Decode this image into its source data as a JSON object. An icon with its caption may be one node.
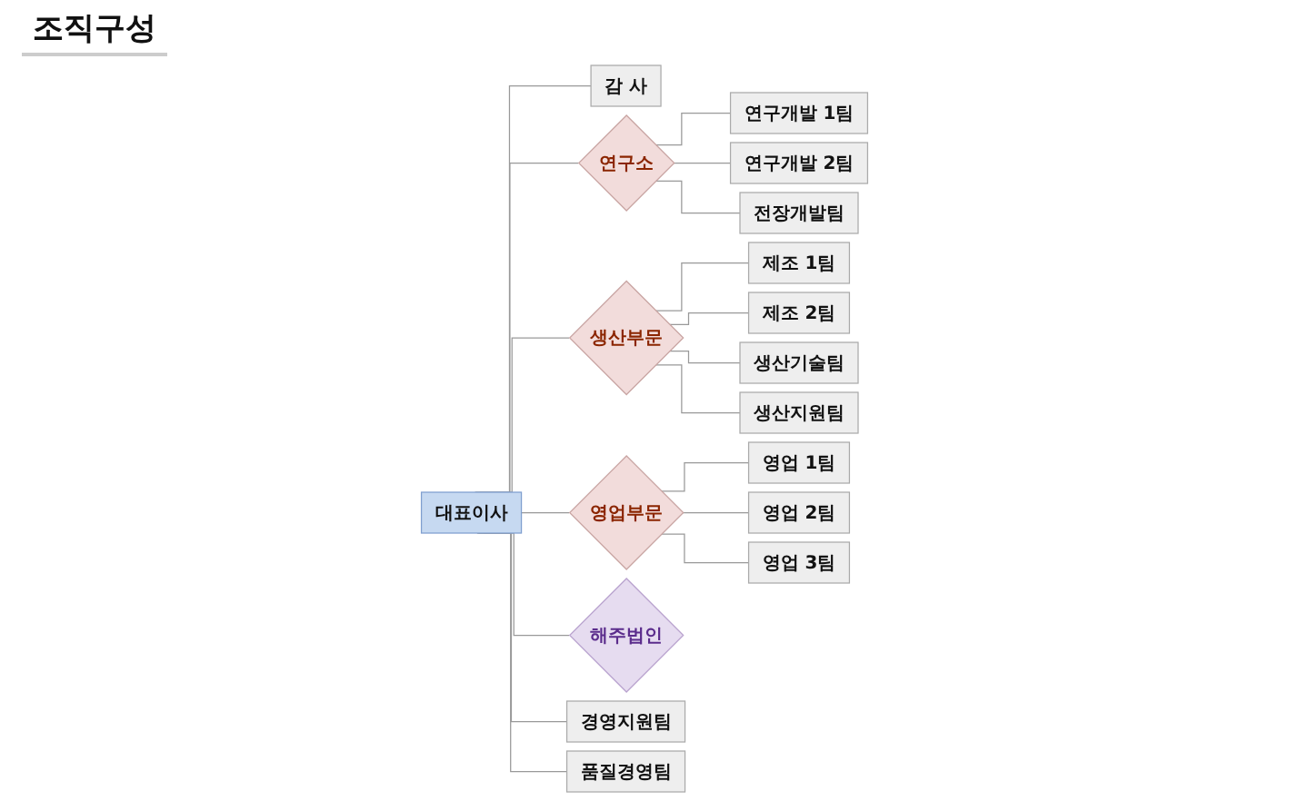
{
  "diagram": {
    "title": "조직구성",
    "nodes": [
      {
        "text": [
          "대표이사"
        ]
      },
      {
        "text": [
          "감 사"
        ]
      },
      {
        "text": [
          "연구소"
        ]
      },
      {
        "text": [
          "생산부문"
        ]
      },
      {
        "text": [
          "영업부문"
        ]
      },
      {
        "text": [
          "해주법인"
        ]
      },
      {
        "text": [
          "연구개발 1팀"
        ]
      },
      {
        "text": [
          "연구개발 2팀"
        ]
      },
      {
        "text": [
          "전장개발팀"
        ]
      },
      {
        "text": [
          "제조 1팀"
        ]
      },
      {
        "text": [
          "제조 2팀"
        ]
      },
      {
        "text": [
          "생산기술팀"
        ]
      },
      {
        "text": [
          "생산지원팀"
        ]
      },
      {
        "text": [
          "영업 1팀"
        ]
      },
      {
        "text": [
          "영업 2팀"
        ]
      },
      {
        "text": [
          "영업 3팀"
        ]
      },
      {
        "text": [
          "경영지원팀"
        ]
      },
      {
        "text": [
          "품질경영팀"
        ]
      }
    ],
    "edges": [
      {
        "from": 0,
        "to": 1,
        "arrow": "none"
      },
      {
        "from": 0,
        "to": 2,
        "arrow": "none"
      },
      {
        "from": 0,
        "to": 3,
        "arrow": "none"
      },
      {
        "from": 0,
        "to": 4,
        "arrow": "none"
      },
      {
        "from": 0,
        "to": 16,
        "arrow": "none"
      },
      {
        "from": 0,
        "to": 17,
        "arrow": "none"
      },
      {
        "from": 0,
        "to": 5,
        "arrow": "none"
      },
      {
        "from": 2,
        "to": 6,
        "arrow": "none"
      },
      {
        "from": 2,
        "to": 7,
        "arrow": "none"
      },
      {
        "from": 2,
        "to": 8,
        "arrow": "none"
      },
      {
        "from": 3,
        "to": 9,
        "arrow": "none"
      },
      {
        "from": 3,
        "to": 10,
        "arrow": "none"
      },
      {
        "from": 3,
        "to": 11,
        "arrow": "none"
      },
      {
        "from": 3,
        "to": 12,
        "arrow": "none"
      },
      {
        "from": 4,
        "to": 13,
        "arrow": "none"
      },
      {
        "from": 4,
        "to": 14,
        "arrow": "none"
      },
      {
        "from": 4,
        "to": 15,
        "arrow": "none"
      }
    ]
  }
}
